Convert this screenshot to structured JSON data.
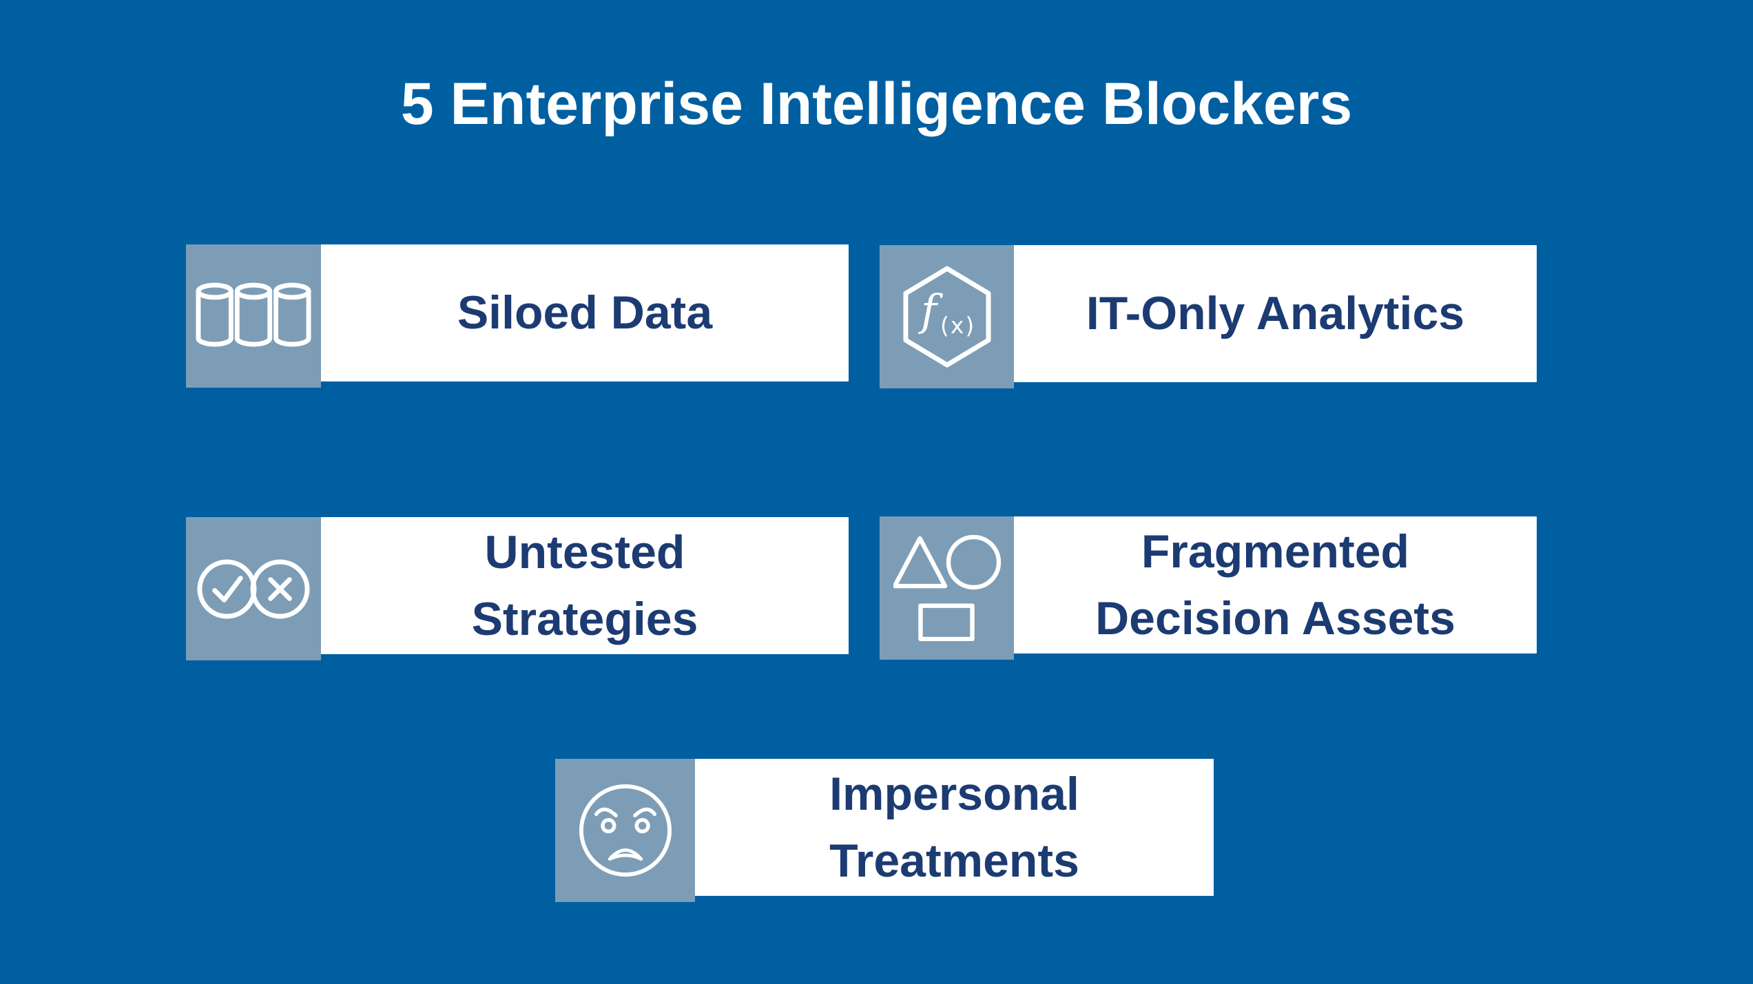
{
  "title": "5 Enterprise Intelligence Blockers",
  "colors": {
    "background": "#005fa1",
    "icon_panel": "#7d9db6",
    "card_background": "#ffffff",
    "card_text": "#1c3b72",
    "title_text": "#ffffff",
    "icon_stroke": "#ffffff"
  },
  "cards": [
    {
      "label": "Siloed Data",
      "lines": [
        "Siloed Data"
      ],
      "icon": "database-silos-icon"
    },
    {
      "label": "IT-Only Analytics",
      "lines": [
        "IT-Only Analytics"
      ],
      "icon": "function-fx-icon"
    },
    {
      "label": "Untested Strategies",
      "lines": [
        "Untested",
        "Strategies"
      ],
      "icon": "check-cross-circles-icon"
    },
    {
      "label": "Fragmented Decision Assets",
      "lines": [
        "Fragmented",
        "Decision Assets"
      ],
      "icon": "shapes-icon"
    },
    {
      "label": "Impersonal Treatments",
      "lines": [
        "Impersonal",
        "Treatments"
      ],
      "icon": "angry-face-icon"
    }
  ],
  "fx_glyph": {
    "f": "f",
    "rest": "(x)"
  }
}
